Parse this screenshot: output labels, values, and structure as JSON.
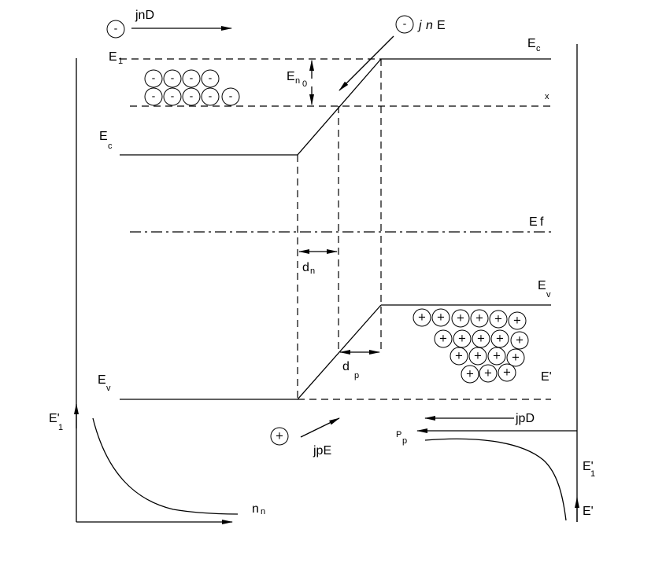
{
  "labels": {
    "jnD": "jnD",
    "jnE_j": "j",
    "jnE_n": "n",
    "jnE_E": "E",
    "E1": "E",
    "E1_sub": "1",
    "Ec_right": "E",
    "Ec_right_sub": "c",
    "En0": "E",
    "En0_sub": "n",
    "En0_subsub": "0",
    "x": "x",
    "Ec_left": "E",
    "Ec_left_sub": "c",
    "Ef": "E",
    "Ef_sub": "f",
    "dn": "d",
    "dn_sub": "n",
    "Ev_right": "E",
    "Ev_right_sub": "v",
    "dp": "d",
    "dp_sub": "p",
    "E_prime_right": "E'",
    "Ev_left": "E",
    "Ev_left_sub": "v",
    "E1prime_left": "E'",
    "E1prime_left_sub": "1",
    "jpD": "jpD",
    "Pp": "P",
    "Pp_sub": "p",
    "jpE": "jpE",
    "E1prime_right": "E'",
    "E1prime_right_sub": "1",
    "E_prime_bottom": "E'",
    "nn": "n",
    "nn_sub": "n"
  },
  "symbols": {
    "electron": "-",
    "hole": "+"
  },
  "icons": {
    "electron_particle": "minus-circle-icon",
    "hole_particle": "plus-circle-icon",
    "arrow": "arrow-icon"
  }
}
